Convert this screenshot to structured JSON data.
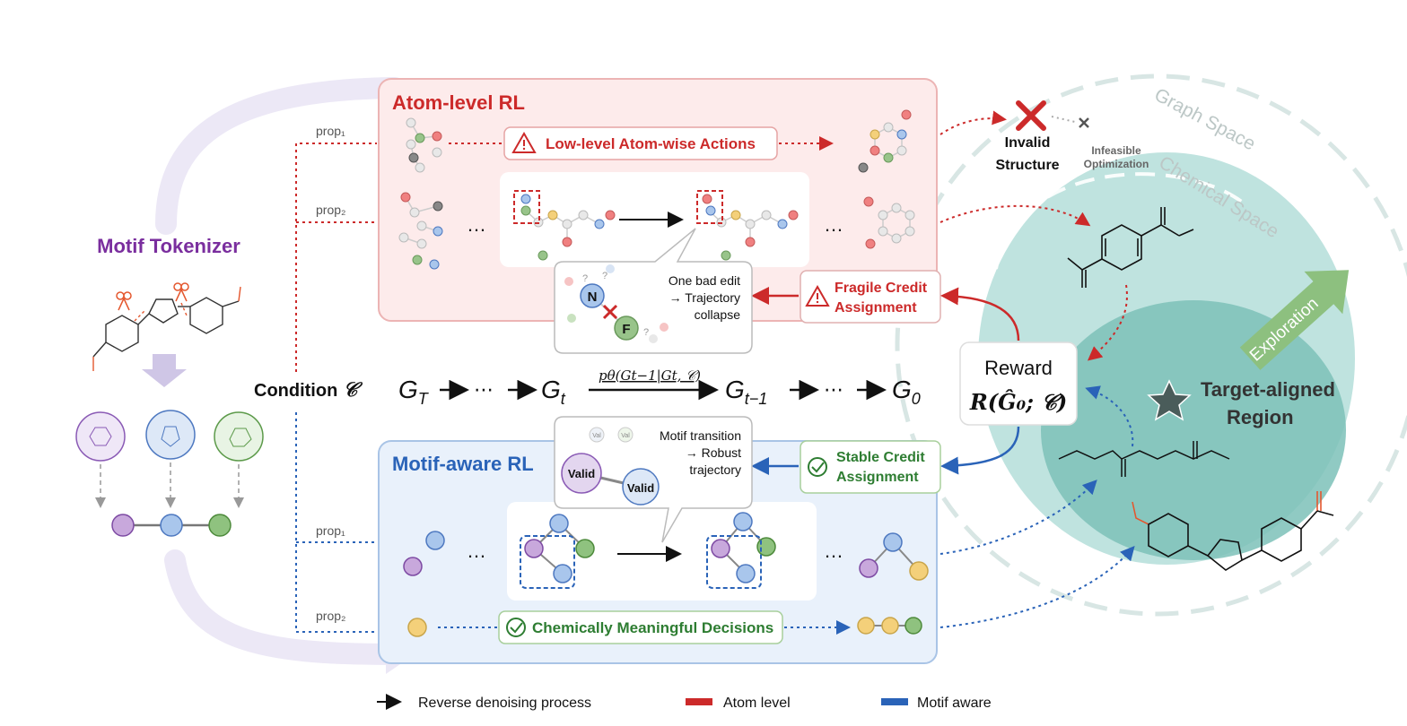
{
  "atom_rl": {
    "title": "Atom-level RL",
    "action_box": "Low-level Atom-wise Actions",
    "credit_box": {
      "line1": "Fragile Credit",
      "line2": "Assignment"
    },
    "bubble": {
      "line1": "One bad edit",
      "line2": "→ Trajectory",
      "line3": "collapse"
    },
    "atom_n": "N",
    "atom_f": "F",
    "q": "?"
  },
  "motif_rl": {
    "title": "Motif-aware RL",
    "decision_box": "Chemically Meaningful Decisions",
    "credit_box": {
      "line1": "Stable Credit",
      "line2": "Assignment"
    },
    "bubble": {
      "line1": "Motif transition",
      "line2": "→ Robust",
      "line3": "trajectory"
    },
    "valid": "Valid",
    "val_small": "Val"
  },
  "props": {
    "p1": "prop₁",
    "p2": "prop₂"
  },
  "ellipsis": "…",
  "tokenizer": {
    "title": "Motif Tokenizer"
  },
  "condition": {
    "label": "Condition",
    "symbol": "𝒞"
  },
  "denoising": {
    "gT": "G",
    "gT_sub": "T",
    "gt": "G",
    "gt_sub": "t",
    "gt1": "G",
    "gt1_sub": "t−1",
    "g0": "G",
    "g0_sub": "0",
    "dots": "⋯",
    "transition": "pθ(Gt−1|Gt, 𝒞)"
  },
  "reward": {
    "title": "Reward",
    "formula": "R(Ĝ₀; 𝒞)"
  },
  "outcomes": {
    "invalid_line1": "Invalid",
    "invalid_line2": "Structure",
    "infeasible_line1": "Infeasible",
    "infeasible_line2": "Optimization"
  },
  "spaces": {
    "graph": "Graph Space",
    "chemical": "Chemical Space",
    "exploration": "Exploration",
    "target_line1": "Target-aligned",
    "target_line2": "Region"
  },
  "legend": {
    "reverse": "Reverse denoising process",
    "atom": "Atom level",
    "motif": "Motif aware"
  },
  "colors": {
    "atom_red": "#cc2a2a",
    "motif_blue": "#2a63b8",
    "green_text": "#2e7d32",
    "tokenizer_purple": "#7a2e9e",
    "region_teal": "#a9d9d4",
    "target_teal": "#7cc1b9"
  }
}
